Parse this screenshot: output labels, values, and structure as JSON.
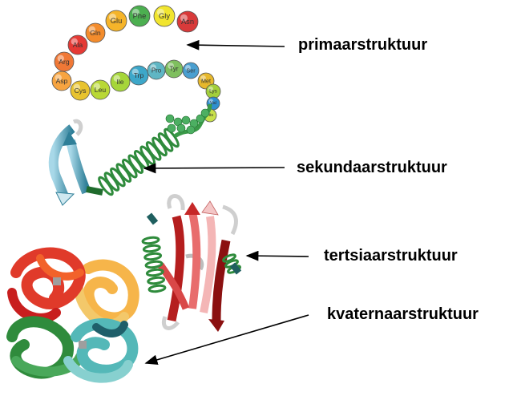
{
  "labels": {
    "primary": "primaarstruktuur",
    "secondary": "sekundaarstruktuur",
    "tertiary": "tertsiaarstruktuur",
    "quaternary": "kvaternaarstruktuur"
  },
  "amino_chain": [
    {
      "abbr": "Asp",
      "color": "#f7a440"
    },
    {
      "abbr": "Arg",
      "color": "#f07836"
    },
    {
      "abbr": "Ala",
      "color": "#e53a35"
    },
    {
      "abbr": "Gln",
      "color": "#f38c2c"
    },
    {
      "abbr": "Glu",
      "color": "#f5b42a"
    },
    {
      "abbr": "Phe",
      "color": "#4caf50"
    },
    {
      "abbr": "Gly",
      "color": "#f1e52f"
    },
    {
      "abbr": "Asn",
      "color": "#d83a3a"
    },
    {
      "abbr": "Cys",
      "color": "#e8c32f"
    },
    {
      "abbr": "Leu",
      "color": "#b9d836"
    },
    {
      "abbr": "Ile",
      "color": "#a6d63a"
    },
    {
      "abbr": "Trp",
      "color": "#3da7c9"
    },
    {
      "abbr": "Pro",
      "color": "#5fb6c4"
    },
    {
      "abbr": "Tyr",
      "color": "#7fbf5f"
    },
    {
      "abbr": "Ser",
      "color": "#4a9fd0"
    },
    {
      "abbr": "Met",
      "color": "#e7b82c"
    },
    {
      "abbr": "Lys",
      "color": "#a3cf3b"
    },
    {
      "abbr": "Val",
      "color": "#2f8fd0"
    },
    {
      "abbr": "His",
      "color": "#c8e04a"
    }
  ],
  "colors": {
    "helix_green": "#2f8b3c",
    "sheet_blue": "#4aa3bf",
    "tertiary_red": "#b02020",
    "tertiary_pink": "#e88a8a",
    "arrow": "#000000"
  }
}
